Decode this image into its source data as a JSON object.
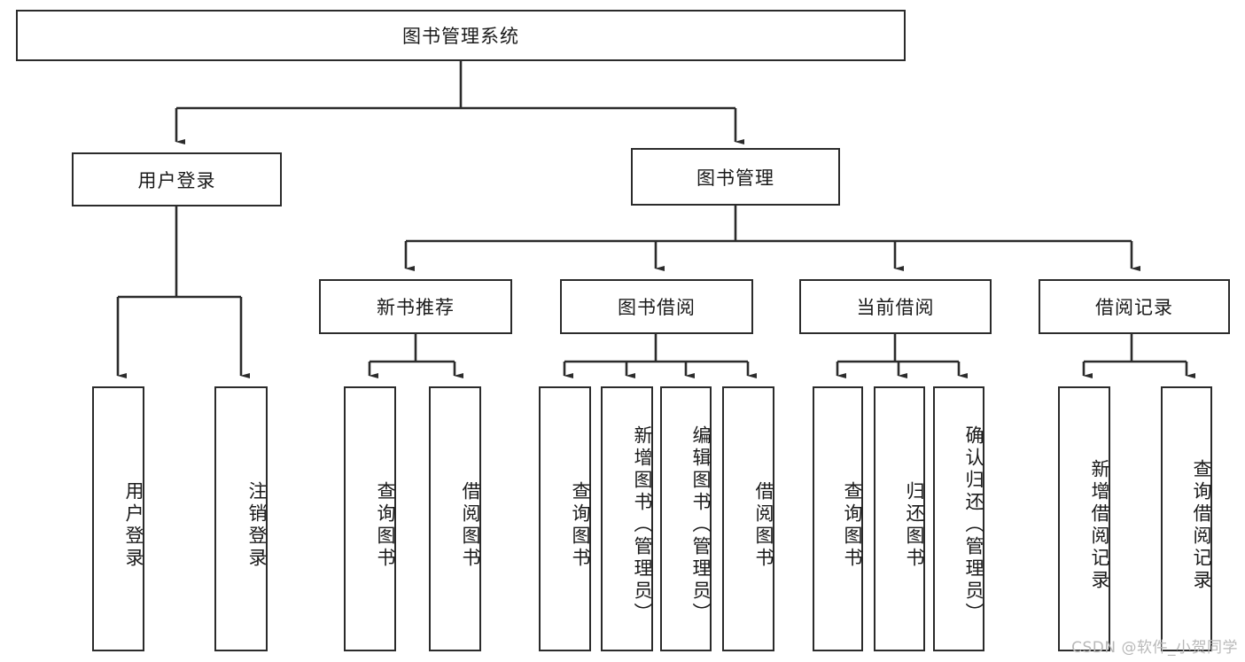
{
  "diagram": {
    "type": "tree",
    "title": "图书管理系统",
    "watermark": "CSDN @软件_小贺同学",
    "colors": {
      "border": "#2b2b2b",
      "background": "#ffffff",
      "text": "#1a1a1a",
      "wire": "#2b2b2b",
      "watermark": "#b9b9b9"
    },
    "nodes": {
      "root": "图书管理系统",
      "level2": [
        "用户登录",
        "图书管理"
      ],
      "level3": [
        "新书推荐",
        "图书借阅",
        "当前借阅",
        "借阅记录"
      ],
      "leaves": {
        "user_login": [
          "用户登录",
          "注销登录"
        ],
        "new_book": [
          "查询图书",
          "借阅图书"
        ],
        "book_borrow": [
          "查询图书",
          "新增图书（管理员）",
          "编辑图书（管理员）",
          "借阅图书"
        ],
        "current_borrow": [
          "查询图书",
          "归还图书",
          "确认归还（管理员）"
        ],
        "borrow_record": [
          "新增借阅记录",
          "查询借阅记录"
        ]
      }
    }
  }
}
